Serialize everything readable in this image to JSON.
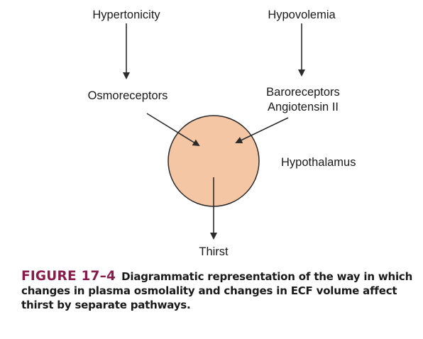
{
  "diagram": {
    "nodes": {
      "hypertonicity": "Hypertonicity",
      "hypovolemia": "Hypovolemia",
      "osmoreceptors": "Osmoreceptors",
      "baroreceptors": "Baroreceptors",
      "angiotensin": "Angiotensin II",
      "hypothalamus": "Hypothalamus",
      "thirst": "Thirst"
    },
    "colors": {
      "circle_fill": "#f5c6a4",
      "circle_stroke": "#2b2b2b",
      "arrow": "#2b2b2b"
    }
  },
  "caption": {
    "figure_label": "FIGURE 17–4",
    "text": "Diagrammatic representation of the way in which changes in plasma osmolality and changes in ECF volume affect thirst by separate pathways.",
    "label_color": "#8a1a4a"
  }
}
